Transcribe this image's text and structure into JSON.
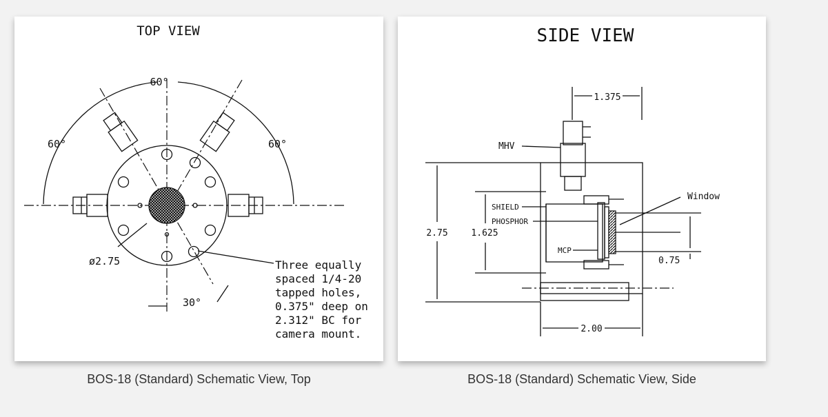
{
  "top_view": {
    "title": "TOP VIEW",
    "angle_top": "60°",
    "angle_left": "60°",
    "angle_right": "60°",
    "diameter": "ø2.75",
    "angle_bottom": "30°",
    "note_lines": [
      "Three equally",
      "spaced 1/4-20",
      "tapped holes,",
      "0.375\" deep on",
      "2.312\" BC for",
      "camera mount."
    ],
    "caption": "BOS-18 (Standard) Schematic View, Top"
  },
  "side_view": {
    "title": "SIDE VIEW",
    "dim_top": "1.375",
    "label_mhv": "MHV",
    "label_window": "Window",
    "label_shield": "SHIELD",
    "label_phosphor": "PHOSPHOR",
    "label_mcp": "MCP",
    "dim_height_outer": "2.75",
    "dim_height_inner": "1.625",
    "dim_window": "0.75",
    "dim_bottom": "2.00",
    "caption": "BOS-18 (Standard) Schematic View, Side"
  },
  "colors": {
    "background": "#f2f2f2",
    "card": "#ffffff",
    "ink": "#111111",
    "caption": "#333333"
  }
}
